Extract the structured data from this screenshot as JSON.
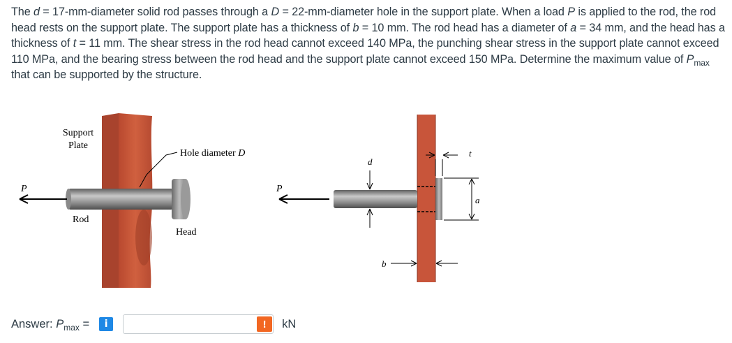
{
  "problem": {
    "p1": "The ",
    "d_sym": "d",
    "p2": " = 17-mm-diameter solid rod passes through a ",
    "D_sym": "D",
    "p3": " = 22-mm-diameter hole in the support plate. When a load ",
    "P_sym": "P",
    "p4": " is applied to the rod, the rod head rests on the support plate. The support plate has a thickness of ",
    "b_sym": "b",
    "p5": " = 10 mm. The rod head has a diameter of ",
    "a_sym": "a",
    "p6": " = 34 mm, and the head has a thickness of ",
    "t_sym": "t",
    "p7": " = 11 mm. The shear stress in the rod head cannot exceed 140 MPa, the punching shear stress in the support plate cannot exceed 110 MPa, and the bearing stress between the rod head and the support plate cannot exceed 150 MPa. Determine the maximum value of ",
    "Pmax_P": "P",
    "Pmax_sub": "max",
    "p8": " that can be supported by the structure."
  },
  "figure": {
    "left": {
      "support_plate_line1": "Support",
      "support_plate_line2": "Plate",
      "hole_label": "Hole diameter ",
      "hole_sym": "D",
      "load_label": "P",
      "rod_label": "Rod",
      "head_label": "Head"
    },
    "right": {
      "load_label": "P",
      "d_label": "d",
      "t_label": "t",
      "a_label": "a",
      "b_label": "b"
    },
    "colors": {
      "plate": "#c8553a",
      "plate_dark": "#a8432d",
      "rod": "#808080",
      "rod_light": "#b5b5b5"
    }
  },
  "answer": {
    "label_prefix": "Answer: ",
    "label_P": "P",
    "label_sub": "max",
    "label_suffix": " =",
    "info_icon": "i",
    "input_value": "",
    "warning_icon": "!",
    "unit": "kN"
  }
}
